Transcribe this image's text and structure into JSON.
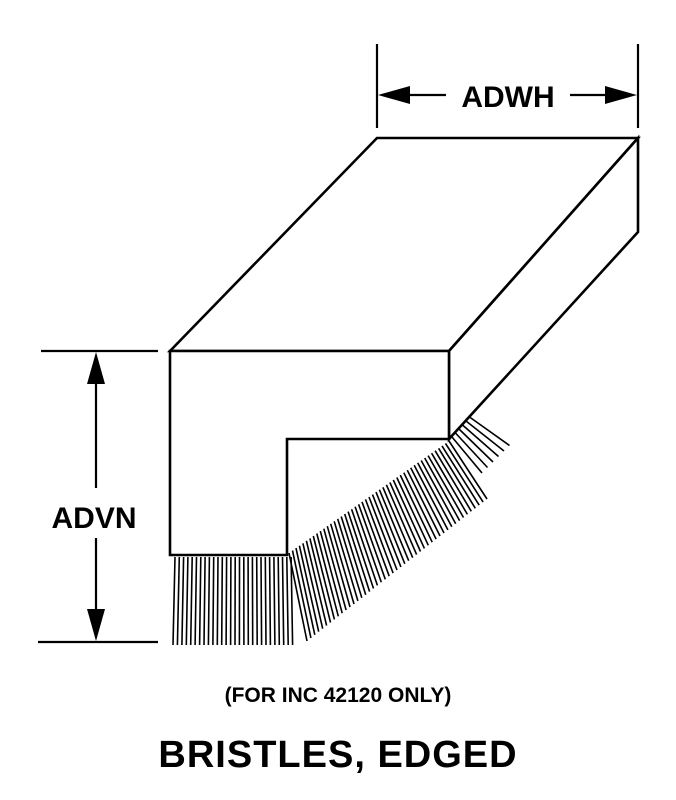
{
  "dimensions": {
    "width_label": "ADWH",
    "height_label": "ADVN"
  },
  "note": "(FOR INC 42120 ONLY)",
  "title": "BRISTLES, EDGED",
  "colors": {
    "line": "#000000",
    "background": "#ffffff"
  }
}
